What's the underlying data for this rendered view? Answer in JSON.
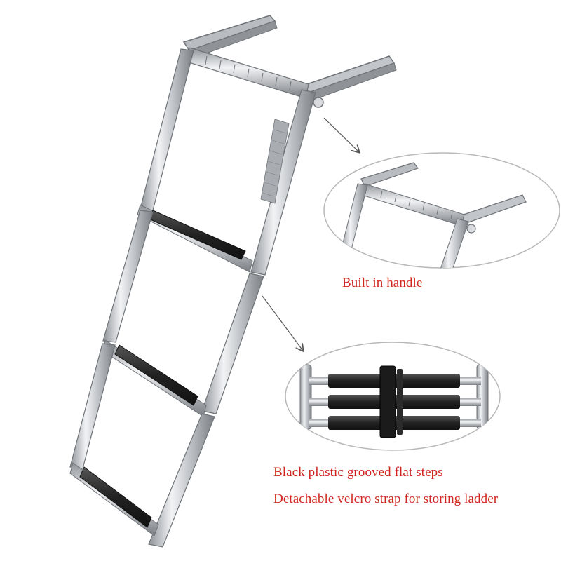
{
  "captions": {
    "handle": "Built in handle",
    "steps": "Black plastic grooved flat steps",
    "strap": "Detachable velcro strap for storing ladder"
  },
  "colors": {
    "caption": "#d0261e",
    "steel": "#c9ccd0",
    "steel_dark": "#7d8186",
    "tread": "#2a2a2a",
    "ellipse_border": "#b8b8b8",
    "arrow": "#555555"
  },
  "icons": {
    "callout_arrow": "arrow-icon"
  }
}
